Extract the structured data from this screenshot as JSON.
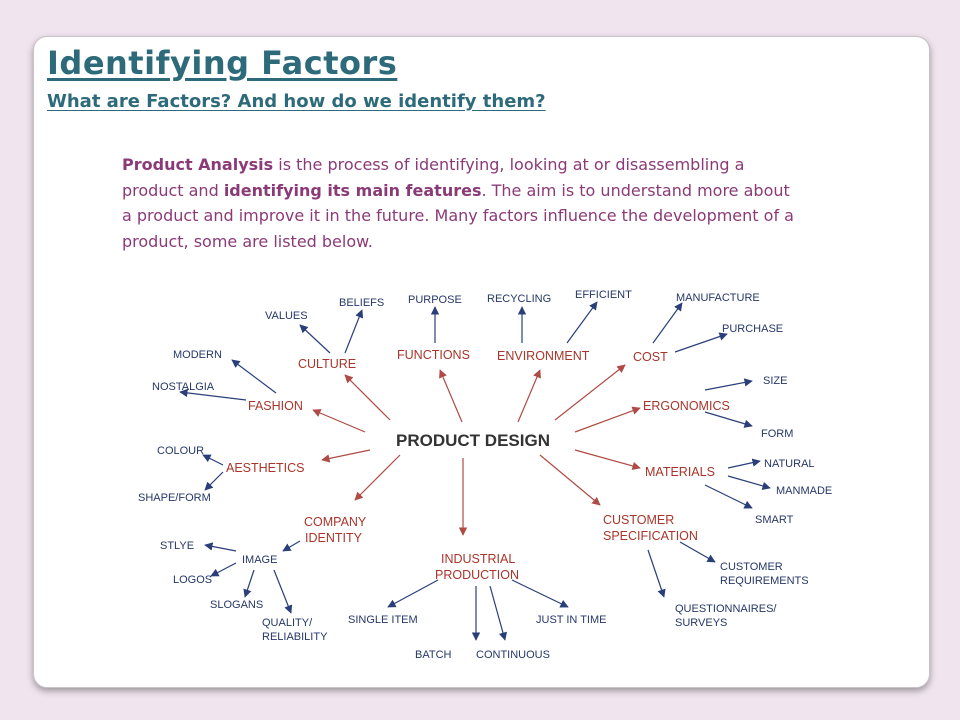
{
  "slide": {
    "title": "Identifying Factors",
    "subtitle": "What are Factors? And how do we identify them?",
    "paragraph": {
      "term": "Product Analysis",
      "part1": " is the process of identifying, looking at or disassembling a product and ",
      "emphasis": "identifying its main features",
      "part2": ". The aim is to understand more about a product and improve it in the future. Many factors influence the development of a product, some are listed below."
    }
  },
  "diagram": {
    "center": "PRODUCT DESIGN",
    "colors": {
      "category": "#a8352b",
      "detail": "#263768",
      "center_text": "#333333",
      "title": "#2d6a7a",
      "body_text": "#8b3a78"
    },
    "categories": {
      "culture": "CULTURE",
      "functions": "FUNCTIONS",
      "environment": "ENVIRONMENT",
      "cost": "COST",
      "ergonomics": "ERGONOMICS",
      "materials": "MATERIALS",
      "customer_spec": [
        "CUSTOMER",
        "SPECIFICATION"
      ],
      "industrial": [
        "INDUSTRIAL",
        "PRODUCTION"
      ],
      "company": [
        "COMPANY",
        "IDENTITY"
      ],
      "aesthetics": "AESTHETICS",
      "fashion": "FASHION"
    },
    "details": {
      "values": "VALUES",
      "beliefs": "BELIEFS",
      "purpose": "PURPOSE",
      "recycling": "RECYCLING",
      "efficient": "EFFICIENT",
      "manufacture": "MANUFACTURE",
      "purchase": "PURCHASE",
      "size": "SIZE",
      "form": "FORM",
      "natural": "NATURAL",
      "manmade": "MANMADE",
      "smart": "SMART",
      "customer_req": [
        "CUSTOMER",
        "REQUIREMENTS"
      ],
      "questionnaires": [
        "QUESTIONNAIRES/",
        "SURVEYS"
      ],
      "just_in_time": "JUST IN TIME",
      "continuous": "CONTINUOUS",
      "batch": "BATCH",
      "single_item": "SINGLE ITEM",
      "image": "IMAGE",
      "stlye": "STLYE",
      "logos": "LOGOS",
      "slogans": "SLOGANS",
      "quality": [
        "QUALITY/",
        "RELIABILITY"
      ],
      "colour": "COLOUR",
      "shape_form": "SHAPE/FORM",
      "modern": "MODERN",
      "nostalgia": "NOSTALGIA"
    }
  }
}
